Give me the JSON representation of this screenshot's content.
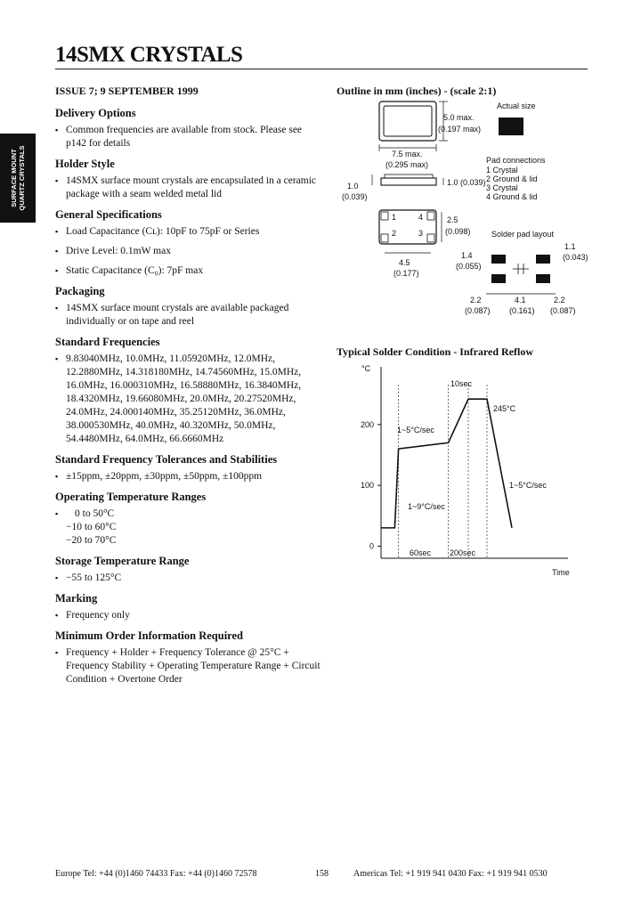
{
  "title": "14SMX CRYSTALS",
  "side_tab": [
    "SURFACE MOUNT",
    "QUARTZ CRYSTALS"
  ],
  "issue": "ISSUE 7; 9 SEPTEMBER 1999",
  "sections": {
    "delivery": {
      "heading": "Delivery Options",
      "items": [
        "Common frequencies are available from stock. Please see p142 for details"
      ]
    },
    "holder": {
      "heading": "Holder Style",
      "items": [
        "14SMX surface mount crystals are encapsulated in a ceramic package with a seam welded metal lid"
      ]
    },
    "general": {
      "heading": "General Specifications",
      "items": [
        "Load Capacitance (Cʟ): 10pF to 75pF or Series",
        "Drive Level: 0.1mW max",
        "Static Capacitance (C₀): 7pF max"
      ]
    },
    "packaging": {
      "heading": "Packaging",
      "items": [
        "14SMX surface mount crystals are available packaged individually or on tape and reel"
      ]
    },
    "frequencies": {
      "heading": "Standard Frequencies",
      "text": "9.83040MHz, 10.0MHz, 11.05920MHz, 12.0MHz, 12.2880MHz, 14.318180MHz, 14.74560MHz, 15.0MHz, 16.0MHz, 16.000310MHz, 16.58880MHz, 16.3840MHz, 18.4320MHz, 19.66080MHz, 20.0MHz, 20.27520MHz, 24.0MHz, 24.000140MHz, 35.25120MHz, 36.0MHz, 38.000530MHz, 40.0MHz, 40.320MHz, 50.0MHz, 54.4480MHz, 64.0MHz, 66.6660MHz"
    },
    "tolerances": {
      "heading": "Standard Frequency Tolerances and Stabilities",
      "text": "±15ppm, ±20ppm, ±30ppm, ±50ppm, ±100ppm"
    },
    "operating": {
      "heading": "Operating Temperature Ranges",
      "ranges": [
        "0 to 50°C",
        "−10 to 60°C",
        "−20 to 70°C"
      ]
    },
    "storage": {
      "heading": "Storage Temperature Range",
      "text": "−55 to 125°C"
    },
    "marking": {
      "heading": "Marking",
      "text": "Frequency only"
    },
    "order": {
      "heading": "Minimum Order Information Required",
      "text": "Frequency + Holder + Frequency Tolerance @ 25°C + Frequency Stability + Operating Temperature Range + Circuit Condition + Overtone Order"
    }
  },
  "outline": {
    "title": "Outline in mm (inches) - (scale 2:1)",
    "actual_size": "Actual size",
    "dim_height": "5.0 max.",
    "dim_height_in": "(0.197 max)",
    "dim_width": "7.5 max.",
    "dim_width_in": "(0.295 max)",
    "dim_side_left": "1.0",
    "dim_side_left_in": "(0.039)",
    "dim_side_right": "1.0 (0.039)",
    "pad_title": "Pad connections",
    "pads": [
      "1 Crystal",
      "2 Ground & lid",
      "3 Crystal",
      "4 Ground & lid"
    ],
    "pin1": "1",
    "pin2": "2",
    "pin3": "3",
    "pin4": "4",
    "dim_pad_h": "2.5",
    "dim_pad_h_in": "(0.098)",
    "dim_pad_w": "4.5",
    "dim_pad_w_in": "(0.177)",
    "layout_title": "Solder pad layout",
    "lay_a": "1.1",
    "lay_a_in": "(0.043)",
    "lay_b": "1.4",
    "lay_b_in": "(0.055)",
    "lay_c": "2.2",
    "lay_c_in": "(0.087)",
    "lay_d": "4.1",
    "lay_d_in": "(0.161)",
    "lay_e": "2.2",
    "lay_e_in": "(0.087)"
  },
  "chart_data": {
    "type": "line",
    "title": "Typical Solder Condition - Infrared Reflow",
    "ylabel": "°C",
    "xlabel": "Time",
    "yticks": [
      0,
      100,
      200
    ],
    "ylim": [
      -20,
      295
    ],
    "xlim": [
      0,
      300
    ],
    "series": [
      {
        "values": [
          [
            0,
            30
          ],
          [
            22,
            30
          ],
          [
            28,
            160
          ],
          [
            108,
            170
          ],
          [
            140,
            242
          ],
          [
            170,
            242
          ],
          [
            210,
            30
          ]
        ]
      }
    ],
    "annotations": {
      "peak_temp": "245°C",
      "peak_time": "10sec",
      "ramp_up": "1~5°C/sec",
      "preheat_ramp": "1~9°C/sec",
      "cool_down": "1~5°C/sec",
      "preheat_time": "60sec",
      "reflow_time": "200sec"
    }
  },
  "footer": {
    "europe": "Europe Tel: +44 (0)1460 74433   Fax: +44 (0)1460 72578",
    "page": "158",
    "americas": "Americas Tel: +1 919 941 0430   Fax: +1 919 941 0530"
  }
}
